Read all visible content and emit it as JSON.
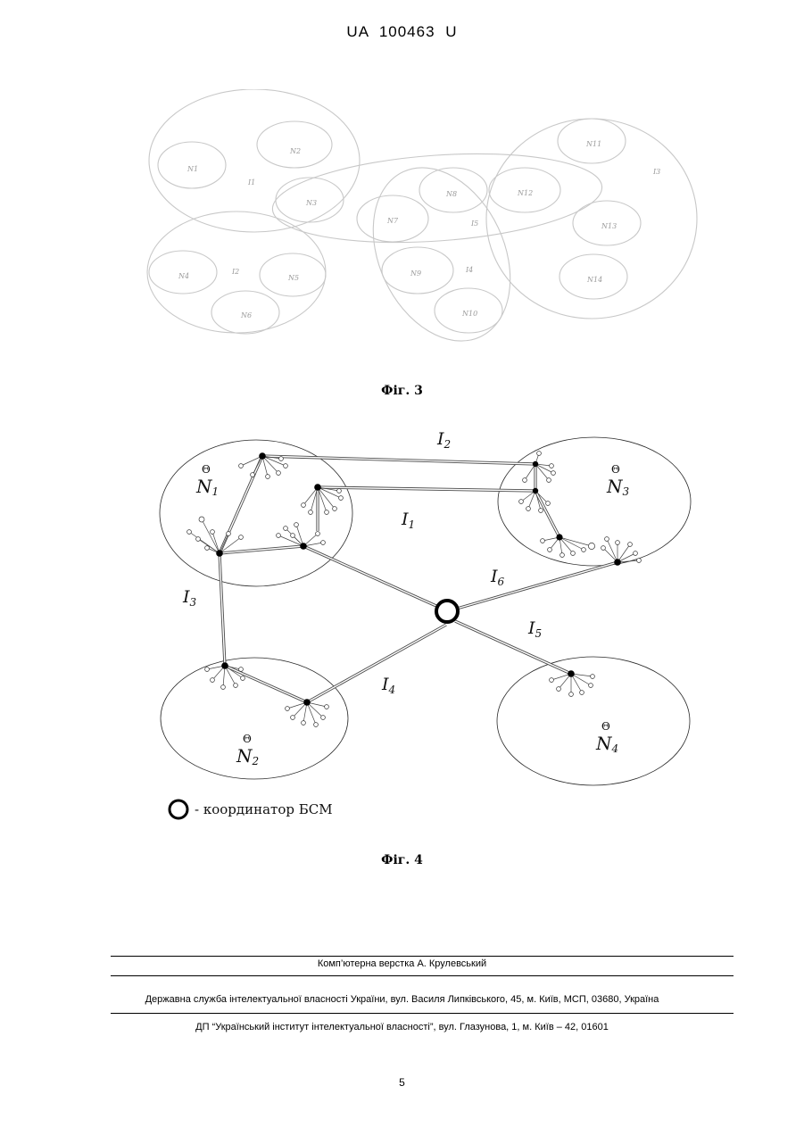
{
  "header": {
    "doc_id": "UA   100463   U"
  },
  "figure3": {
    "caption": "Фіг. 3",
    "labels": {
      "I1": "I1",
      "I2": "I2",
      "I3": "I3",
      "I4": "I4",
      "I5": "I5",
      "N1": "N1",
      "N2": "N2",
      "N3": "N3",
      "N4": "N4",
      "N5": "N5",
      "N6": "N6",
      "N7": "N7",
      "N8": "N8",
      "N9": "N9",
      "N10": "N10",
      "N11": "N11",
      "N12": "N12",
      "N13": "N13",
      "N14": "N14"
    }
  },
  "figure4": {
    "caption": "Фіг. 4",
    "theta": "Θ",
    "N": "N",
    "I": "I",
    "subs": {
      "n1": "1",
      "n2": "2",
      "n3": "3",
      "n4": "4",
      "i1": "1",
      "i2": "2",
      "i3": "3",
      "i4": "4",
      "i5": "5",
      "i6": "6"
    },
    "legend": "- координатор БСМ"
  },
  "footer": {
    "line1": "Комп’ютерна верстка А. Крулевський",
    "line2": "Державна служба інтелектуальної власності України, вул. Василя Липківського, 45, м. Київ, МСП, 03680, Україна",
    "line3": "ДП “Український інститут інтелектуальної власності”, вул. Глазунова, 1, м. Київ – 42, 01601",
    "page_number": "5"
  }
}
